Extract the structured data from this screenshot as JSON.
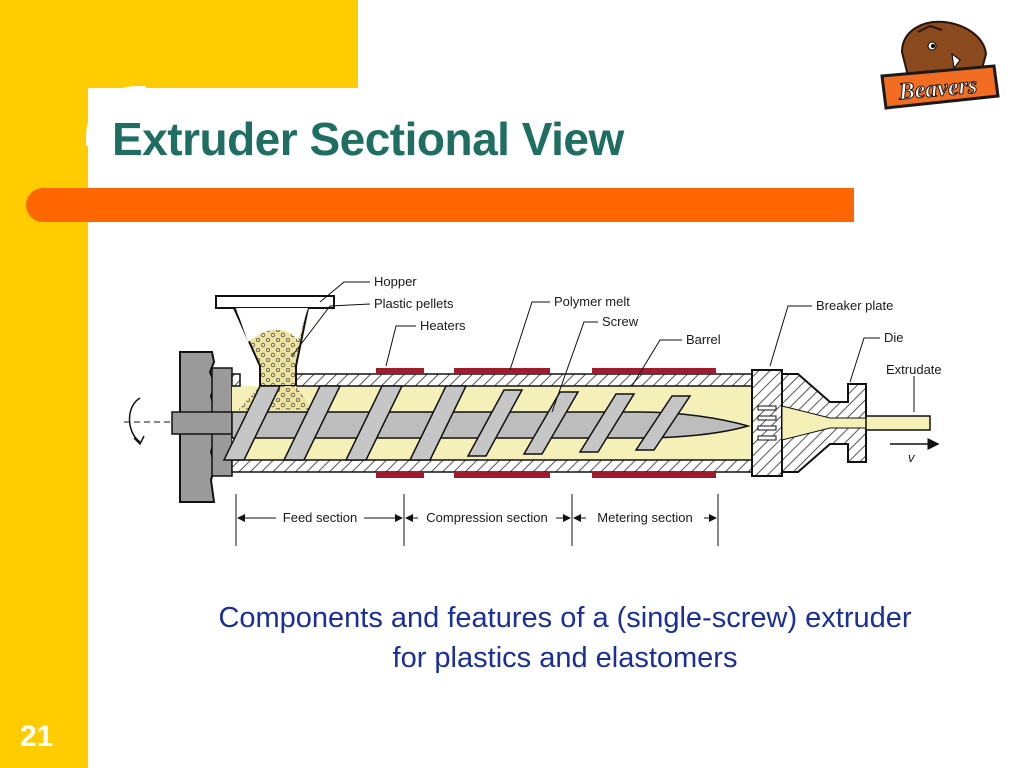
{
  "slide": {
    "title": "Extruder Sectional View",
    "caption_line1": "Components and features of a (single-screw) extruder",
    "caption_line2": "for plastics and elastomers",
    "number": "21",
    "logo_text": "Beavers"
  },
  "colors": {
    "frame_yellow": "#FFCC00",
    "accent_orange": "#FF6600",
    "title_teal": "#1E6E62",
    "caption_blue": "#1A2F9A",
    "heater_red": "#A01B2E",
    "melt_cream": "#F5EFB8"
  },
  "diagram": {
    "labels": {
      "hopper": "Hopper",
      "plastic_pellets": "Plastic pellets",
      "heaters": "Heaters",
      "polymer_melt": "Polymer melt",
      "screw": "Screw",
      "barrel": "Barrel",
      "breaker_plate": "Breaker plate",
      "die": "Die",
      "extrudate": "Extrudate",
      "velocity": "v"
    },
    "sections": {
      "feed": "Feed section",
      "compression": "Compression section",
      "metering": "Metering section"
    }
  }
}
